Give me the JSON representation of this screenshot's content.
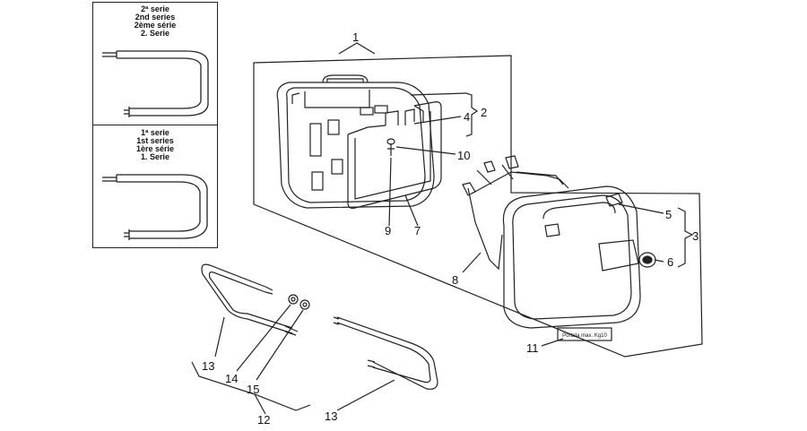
{
  "inset_2nd_series": [
    "2ª serie",
    "2nd series",
    "2ème série",
    "2. Serie"
  ],
  "inset_1st_series": [
    "1ª serie",
    "1st series",
    "1ère série",
    "1. Serie"
  ],
  "callouts": [
    "1",
    "2",
    "3",
    "4",
    "5",
    "6",
    "7",
    "8",
    "9",
    "10",
    "11",
    "12",
    "13",
    "13",
    "14",
    "15"
  ],
  "label_plate": "Portata max. Kg10"
}
